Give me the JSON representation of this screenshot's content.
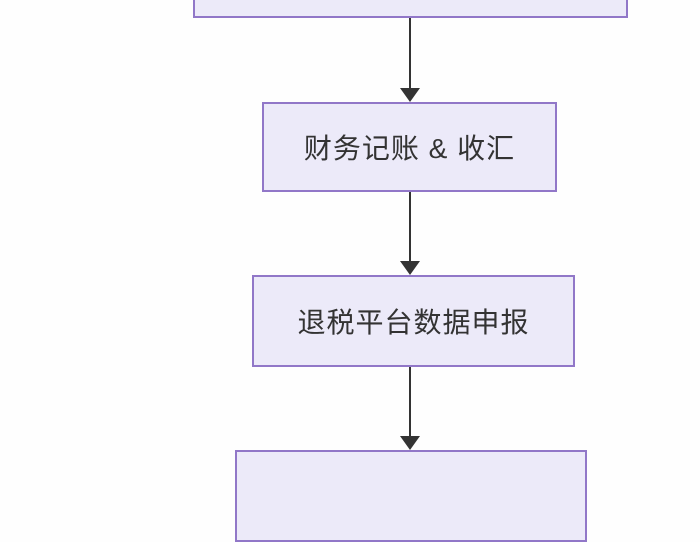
{
  "diagram": {
    "type": "flowchart",
    "direction": "top-down",
    "colors": {
      "background": "#fefefe",
      "node_fill": "#eceaf9",
      "node_border": "#9177c8",
      "node_text": "#333333",
      "edge": "#333333"
    },
    "nodes": [
      {
        "id": "top-partial",
        "label": "",
        "note": "box cut off at top edge of screenshot, no text visible"
      },
      {
        "id": "finance",
        "label": "财务记账 & 收汇"
      },
      {
        "id": "tax-declare",
        "label": "退税平台数据申报"
      },
      {
        "id": "bottom-partial",
        "label": "",
        "note": "box cut off at bottom edge of screenshot, no text visible"
      }
    ],
    "edges": [
      {
        "from": "top-partial",
        "to": "finance",
        "style": "solid-arrow"
      },
      {
        "from": "finance",
        "to": "tax-declare",
        "style": "solid-arrow"
      },
      {
        "from": "tax-declare",
        "to": "bottom-partial",
        "style": "solid-arrow"
      }
    ]
  }
}
